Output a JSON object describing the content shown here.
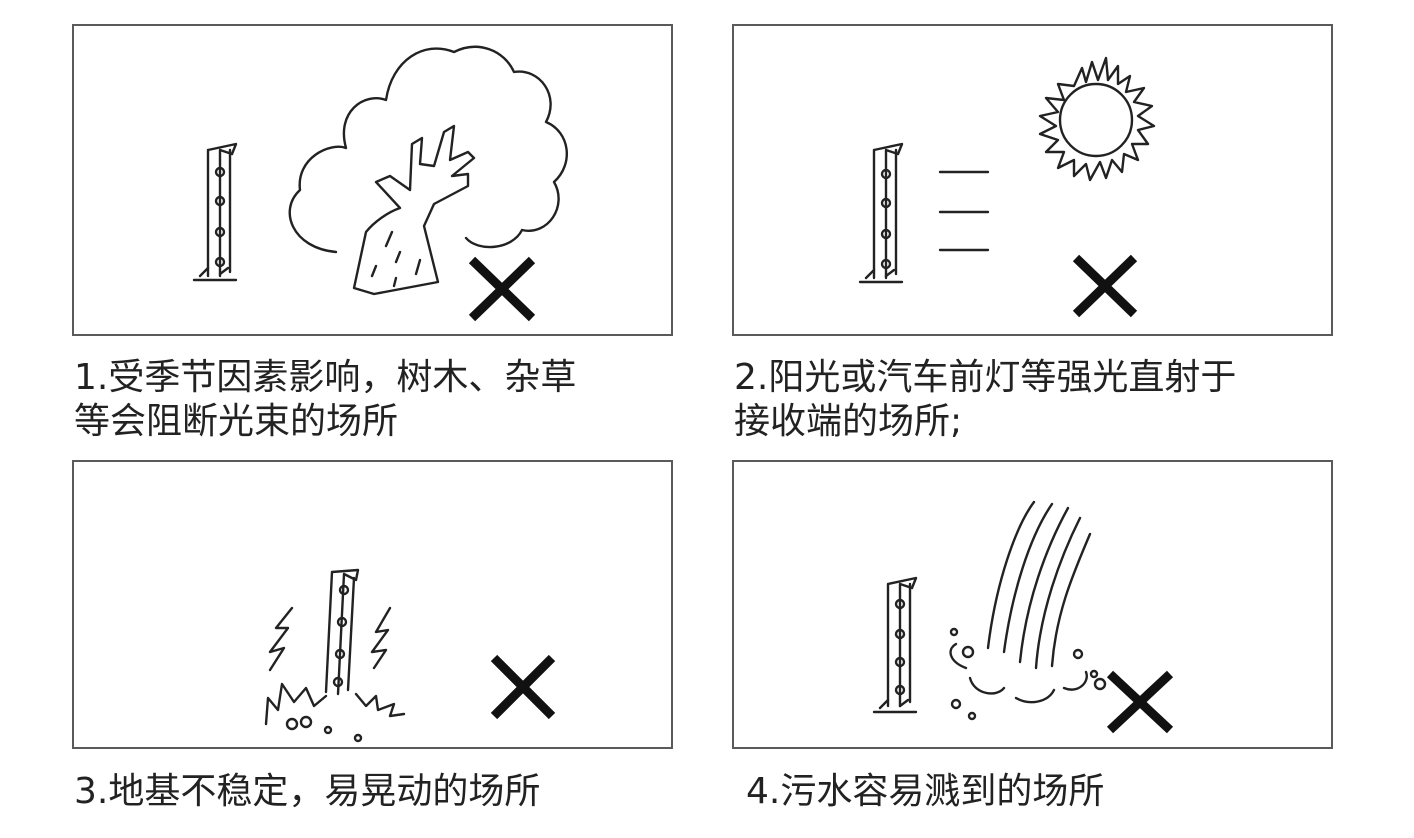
{
  "panels": [
    {
      "caption_line1": "1.受季节因素影响，树木、杂草",
      "caption_line2": "等会阻断光束的场所"
    },
    {
      "caption_line1": "2.阳光或汽车前灯等强光直射于",
      "caption_line2": "接收端的场所;"
    },
    {
      "caption_line1": "3.地基不稳定，易晃动的场所",
      "caption_line2": ""
    },
    {
      "caption_line1": "4.污水容易溅到的场所",
      "caption_line2": ""
    }
  ],
  "icons": {
    "sensor": "infrared-beam-post-icon",
    "tree": "tree-icon",
    "sun": "sun-icon",
    "shake": "vibration-icon",
    "splash": "water-splash-icon",
    "forbidden": "cross-mark-icon"
  },
  "colors": {
    "line": "#222222",
    "border": "#5a5a5a",
    "background": "#ffffff"
  }
}
